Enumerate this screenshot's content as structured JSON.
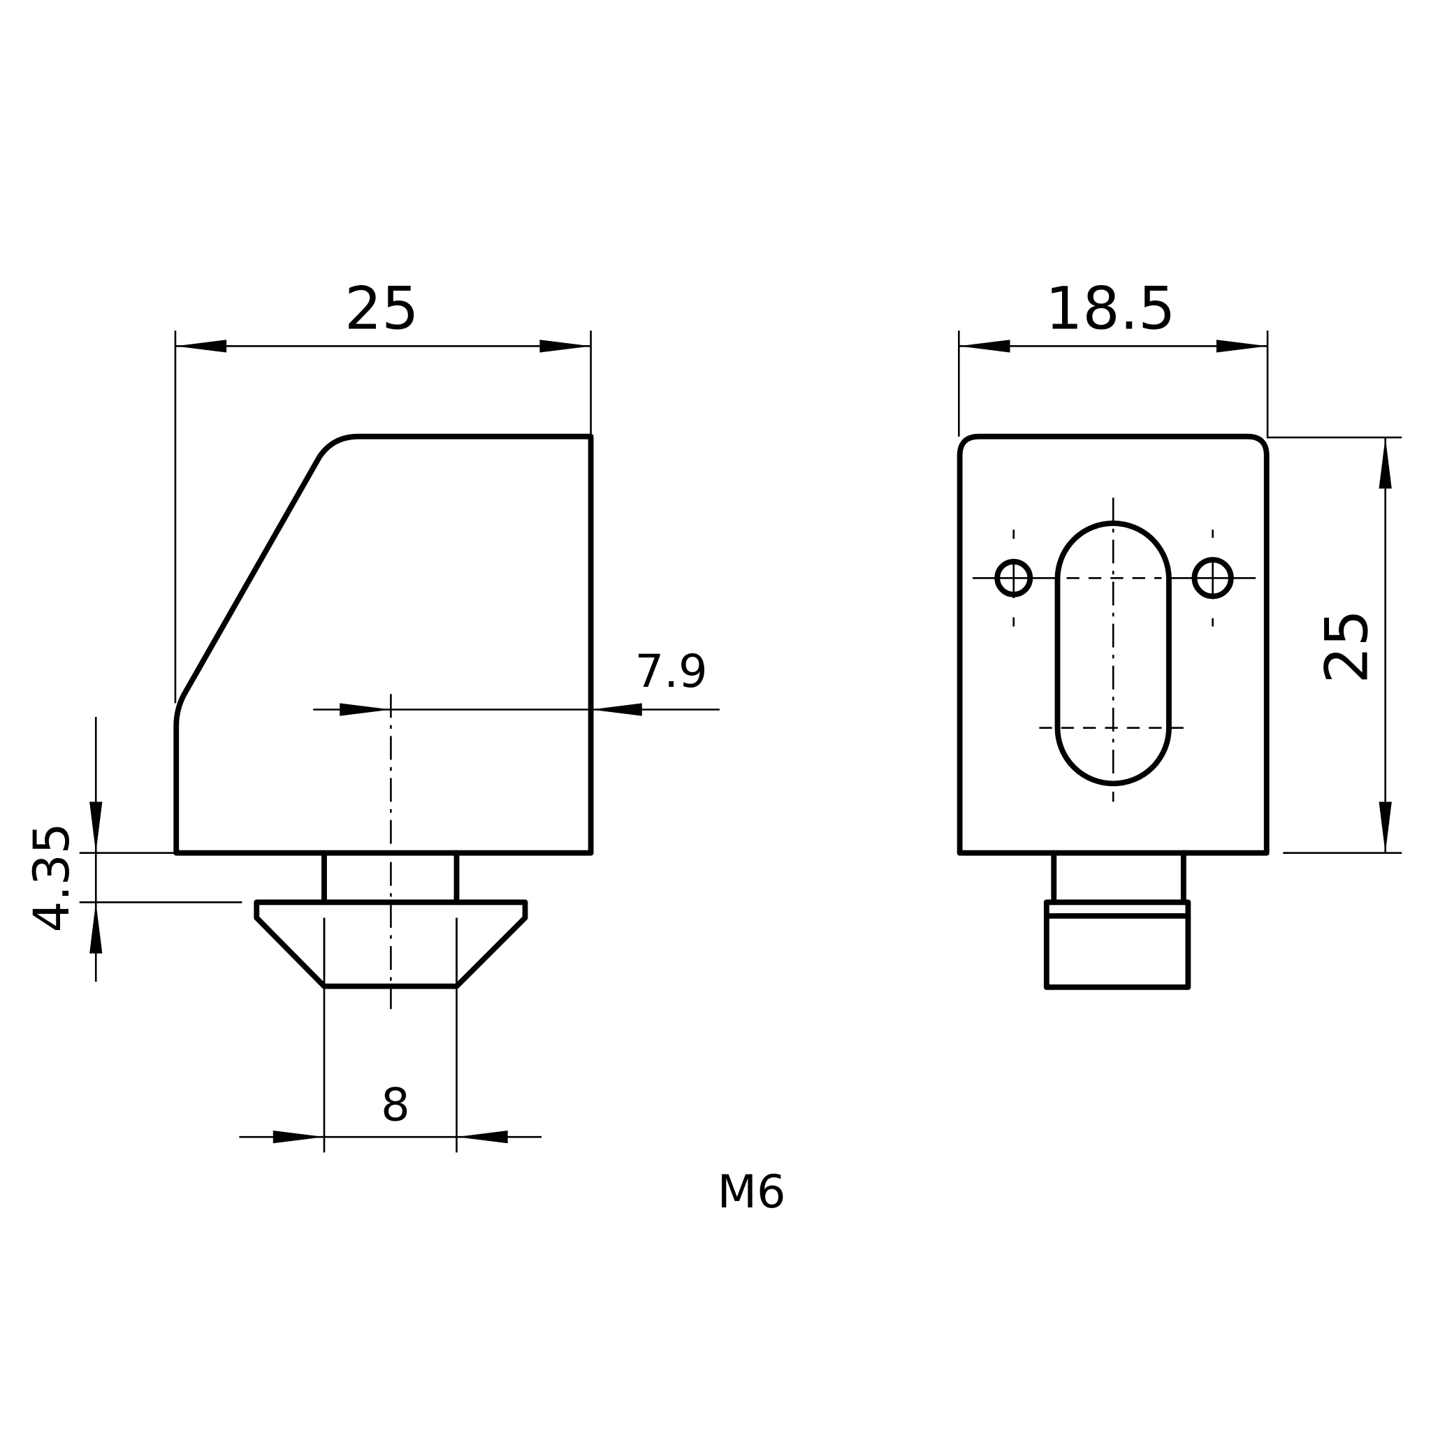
{
  "drawing": {
    "side_view": {
      "width_dim": "25",
      "offset_dim": "7.9",
      "height_dim": "4.35",
      "nut_width_dim": "8"
    },
    "front_view": {
      "width_dim": "18.5",
      "height_dim": "25"
    },
    "label": "M6",
    "line_color": "#000000",
    "background": "#ffffff"
  }
}
